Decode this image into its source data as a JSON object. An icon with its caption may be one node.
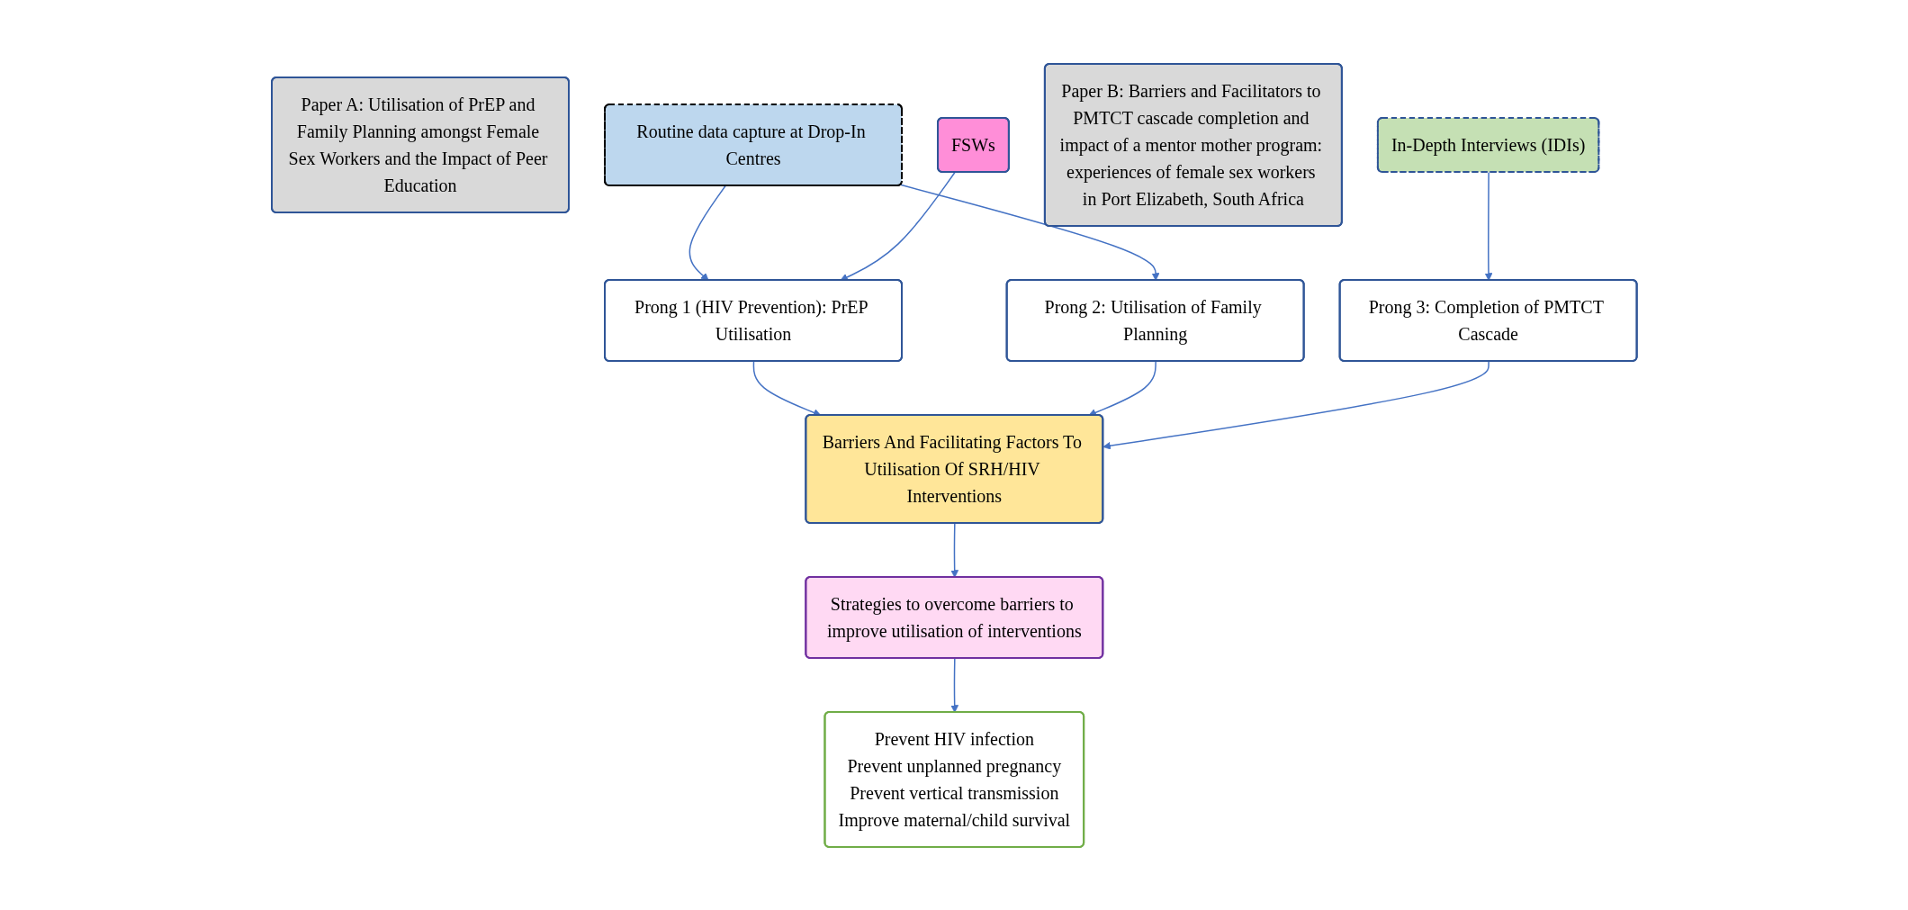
{
  "diagram": {
    "nodes": [
      {
        "text": [
          "Paper A: Utilisation of PrEP and Family Planning amongst Female Sex Workers and the Impact of Peer Education"
        ]
      },
      {
        "text": [
          "Routine data capture at Drop-In Centres"
        ]
      },
      {
        "text": [
          "In-Depth Interviews (IDIs)"
        ]
      },
      {
        "text": [
          "Paper B: Barriers and Facilitators to PMTCT cascade completion and impact of a mentor mother program: experiences of female sex workers in Port Elizabeth, South Africa"
        ]
      },
      {
        "text": [
          "FSWs"
        ]
      },
      {
        "text": [
          "Prong 1 (HIV Prevention): PrEP Utilisation"
        ]
      },
      {
        "text": [
          "Prong 2: Utilisation of Family Planning"
        ]
      },
      {
        "text": [
          "Prong 3: Completion of PMTCT Cascade"
        ]
      },
      {
        "text": [
          "Barriers And Facilitating Factors To Utilisation Of SRH/HIV Interventions"
        ]
      },
      {
        "text": [
          "Strategies to overcome barriers to improve utilisation of interventions"
        ]
      },
      {
        "text": [
          "Prevent HIV infection",
          "Prevent unplanned pregnancy",
          "Prevent vertical transmission",
          "Improve maternal/child survival"
        ]
      }
    ],
    "edges": [
      {
        "from": 1,
        "to": 5,
        "arrow": "to"
      },
      {
        "from": 1,
        "to": 6,
        "arrow": "to"
      },
      {
        "from": 2,
        "to": 7,
        "arrow": "to"
      },
      {
        "from": 4,
        "to": 5,
        "arrow": "to"
      },
      {
        "from": 5,
        "to": 8,
        "arrow": "to"
      },
      {
        "from": 6,
        "to": 8,
        "arrow": "to"
      },
      {
        "from": 7,
        "to": 8,
        "arrow": "to"
      },
      {
        "from": 8,
        "to": 9,
        "arrow": "to"
      },
      {
        "from": 9,
        "to": 10,
        "arrow": "to"
      }
    ]
  }
}
